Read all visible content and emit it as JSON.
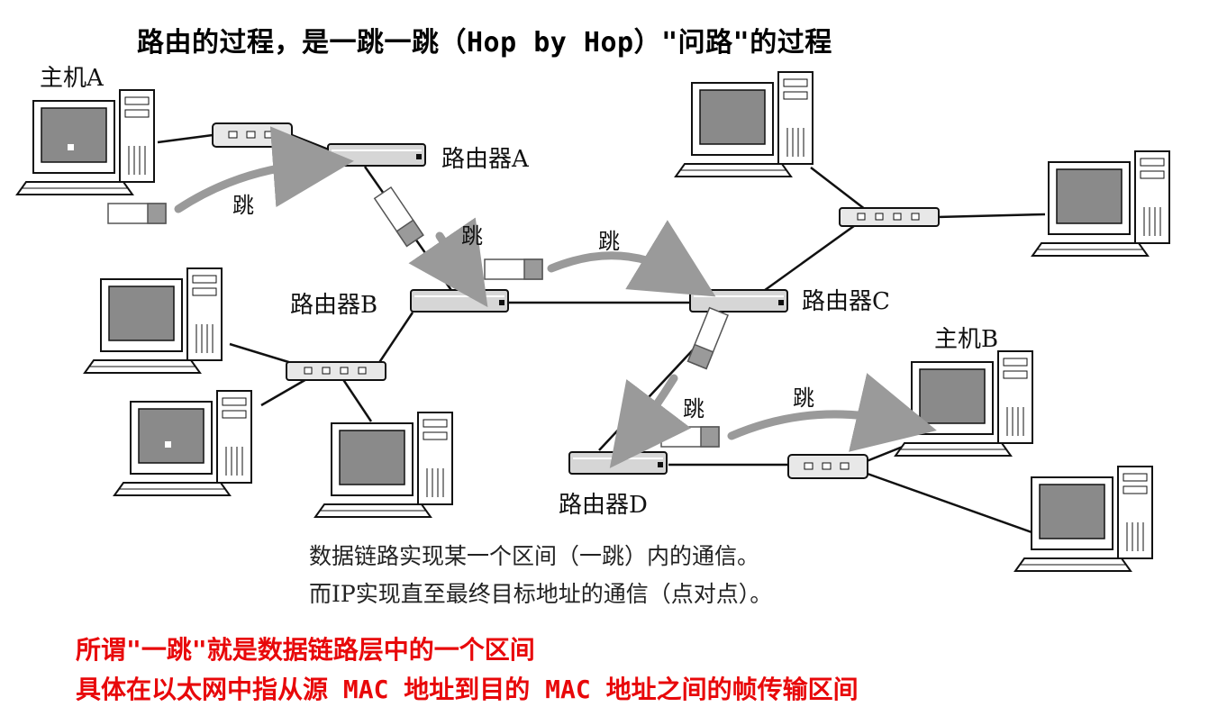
{
  "title": "路由的过程，是一跳一跳（Hop by Hop）\"问路\"的过程",
  "nodes": {
    "host_a": "主机A",
    "router_a": "路由器A",
    "router_b": "路由器B",
    "router_c": "路由器C",
    "router_d": "路由器D",
    "host_b": "主机B"
  },
  "hop_label": "跳",
  "caption": {
    "line1": "数据链路实现某一个区间（一跳）内的通信。",
    "line2": "而IP实现直至最终目标地址的通信（点对点）。"
  },
  "note": {
    "line1": "所谓\"一跳\"就是数据链路层中的一个区间",
    "line2": "具体在以太网中指从源 MAC 地址到目的 MAC 地址之间的帧传输区间"
  },
  "colors": {
    "note_text": "#e8080a",
    "arrow": "#9a9a9a",
    "screen": "#8a8a8a",
    "line": "#111111"
  }
}
